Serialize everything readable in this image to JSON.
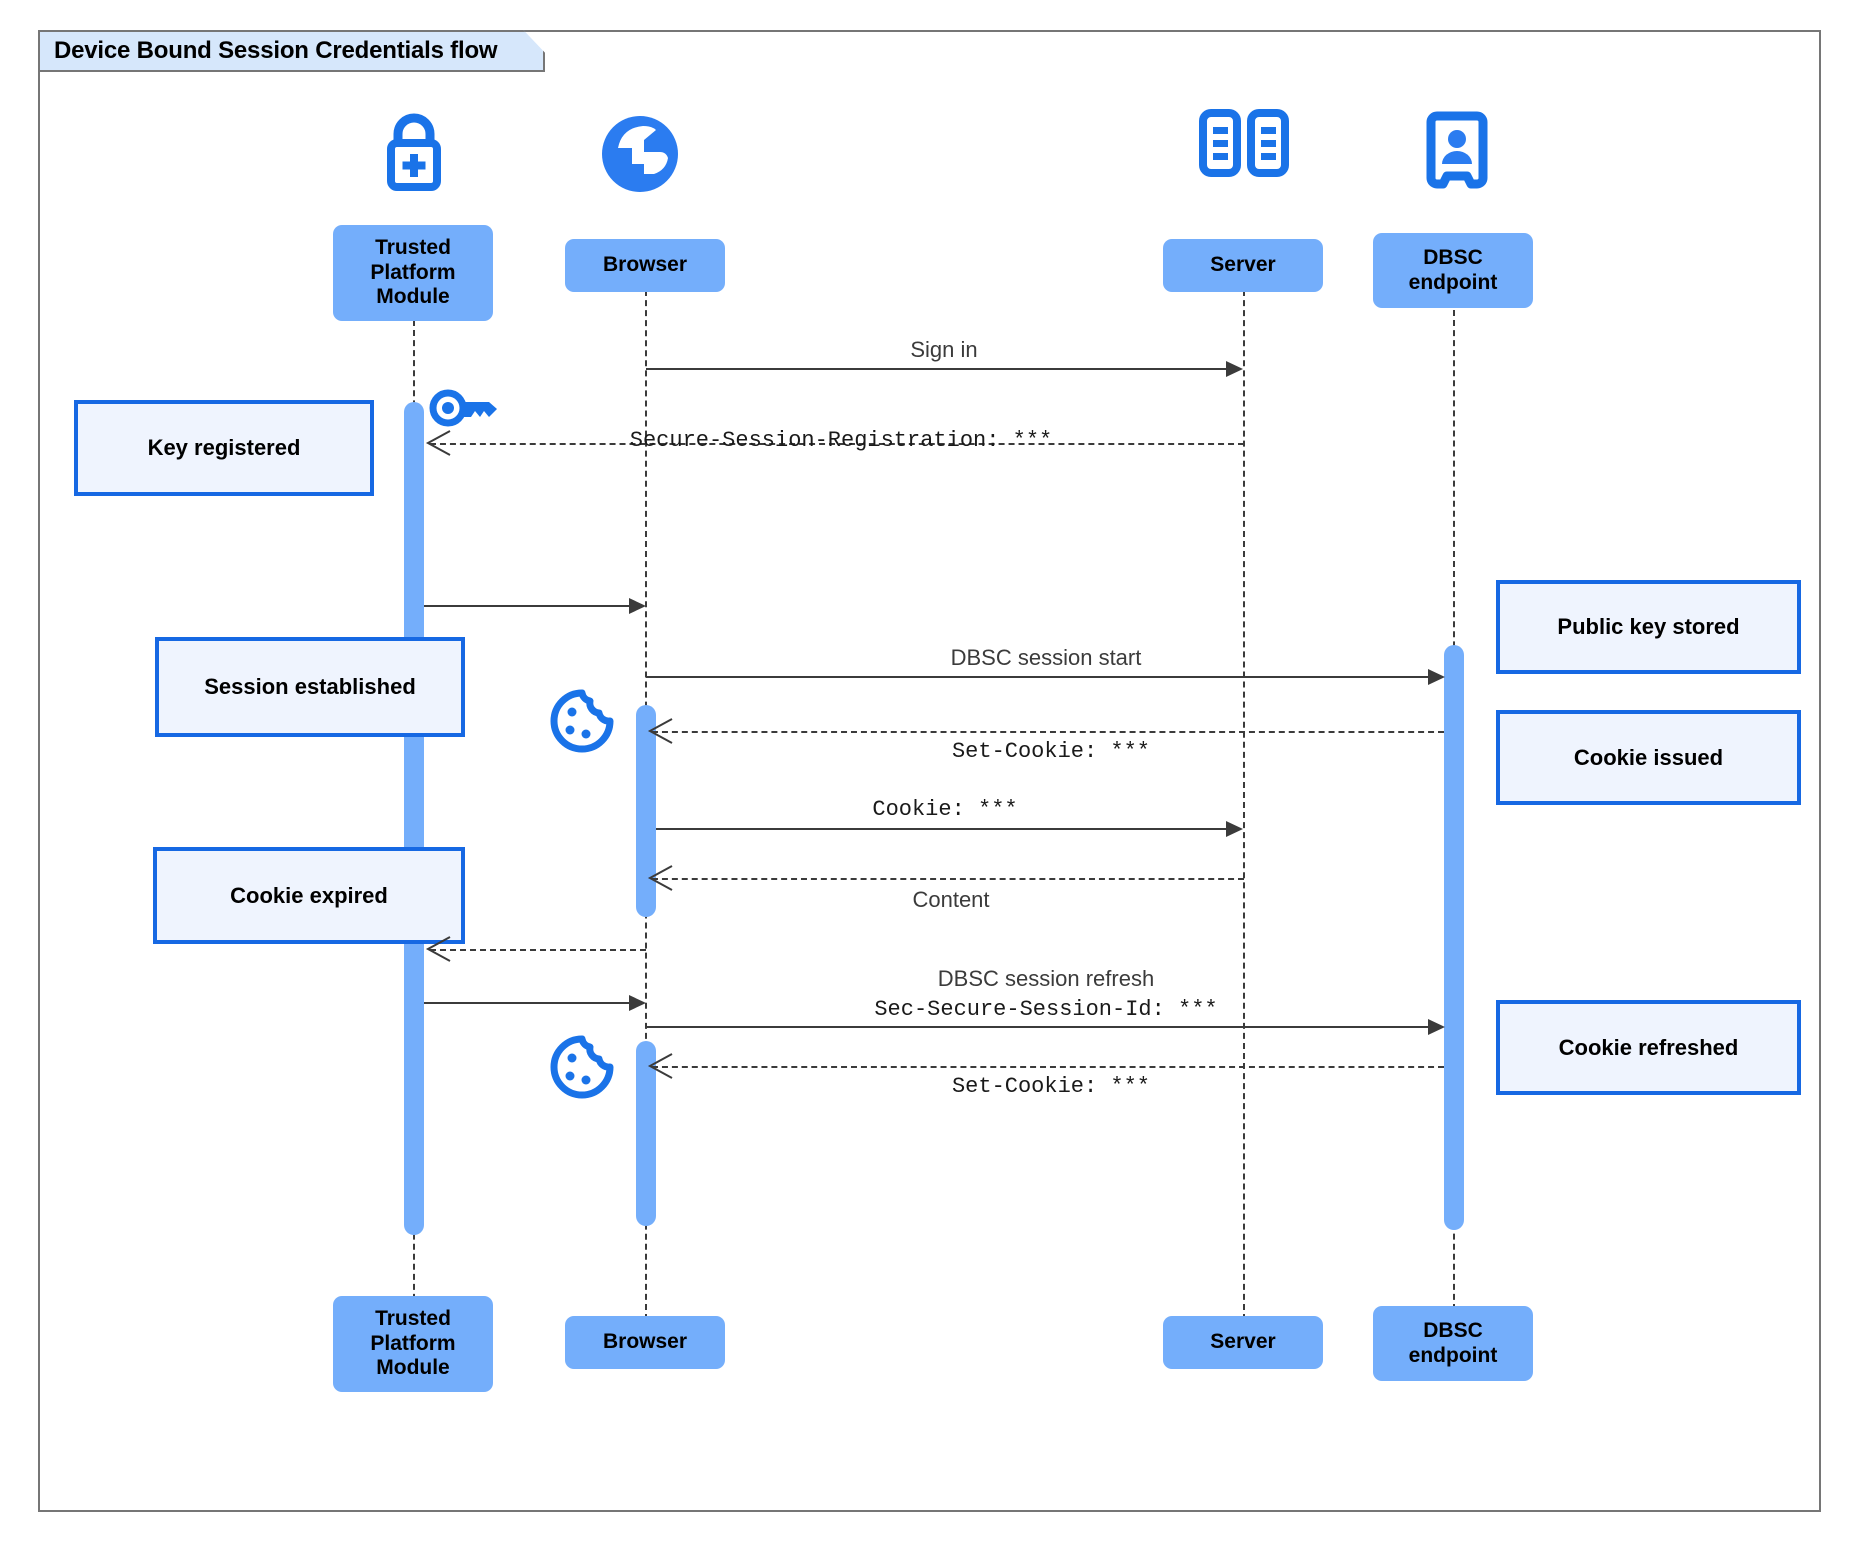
{
  "frame": {
    "title": "Device Bound Session Credentials flow"
  },
  "colors": {
    "participant_fill": "#74aefb",
    "note_fill": "#eff4fe",
    "note_border": "#1668e3",
    "icon_blue": "#1a73e8",
    "lifeline": "#3b3b3b",
    "frame_border": "#767676",
    "tab_fill": "#d6e7fb"
  },
  "participants": [
    {
      "id": "tpm",
      "label": "Trusted Platform Module",
      "icon": "lock-plus-icon"
    },
    {
      "id": "browser",
      "label": "Browser",
      "icon": "globe-icon"
    },
    {
      "id": "server",
      "label": "Server",
      "icon": "server-rack-icon"
    },
    {
      "id": "dbsc",
      "label": "DBSC endpoint",
      "icon": "id-badge-icon"
    }
  ],
  "messages": [
    {
      "id": "m1",
      "from": "browser",
      "to": "server",
      "label": "Sign in",
      "style": "solid",
      "font": "sans"
    },
    {
      "id": "m2",
      "from": "server",
      "to": "tpm",
      "label": "Secure-Session-Registration: ***",
      "style": "dashed",
      "font": "mono"
    },
    {
      "id": "m3",
      "from": "tpm",
      "to": "browser",
      "label": "",
      "style": "solid",
      "font": "sans"
    },
    {
      "id": "m4",
      "from": "browser",
      "to": "dbsc",
      "label": "DBSC session start",
      "style": "solid",
      "font": "sans"
    },
    {
      "id": "m5",
      "from": "dbsc",
      "to": "browser",
      "label": "Set-Cookie: ***",
      "style": "dashed",
      "font": "mono"
    },
    {
      "id": "m6",
      "from": "browser",
      "to": "server",
      "label": "Cookie: ***",
      "style": "solid",
      "font": "mono"
    },
    {
      "id": "m7",
      "from": "server",
      "to": "browser",
      "label": "Content",
      "style": "dashed",
      "font": "sans"
    },
    {
      "id": "m8",
      "from": "browser",
      "to": "tpm",
      "label": "",
      "style": "dashed",
      "font": "sans"
    },
    {
      "id": "m9",
      "from": "tpm",
      "to": "browser",
      "label": "",
      "style": "solid",
      "font": "sans"
    },
    {
      "id": "m10",
      "from": "browser",
      "to": "dbsc",
      "label": "DBSC session refresh",
      "label2": "Sec-Secure-Session-Id: ***",
      "style": "solid",
      "font": "sans"
    },
    {
      "id": "m11",
      "from": "dbsc",
      "to": "browser",
      "label": "Set-Cookie: ***",
      "style": "dashed",
      "font": "mono"
    }
  ],
  "notes": [
    {
      "id": "n1",
      "text": "Key registered",
      "side": "left"
    },
    {
      "id": "n2",
      "text": "Session established",
      "side": "left"
    },
    {
      "id": "n3",
      "text": "Cookie expired",
      "side": "left"
    },
    {
      "id": "n4",
      "text": "Public key stored",
      "side": "right"
    },
    {
      "id": "n5",
      "text": "Cookie issued",
      "side": "right"
    },
    {
      "id": "n6",
      "text": "Cookie refreshed",
      "side": "right"
    }
  ],
  "inline_icons": [
    {
      "id": "key",
      "name": "key-icon",
      "near": "tpm"
    },
    {
      "id": "cookie1",
      "name": "cookie-icon",
      "near": "browser"
    },
    {
      "id": "cookie2",
      "name": "cookie-icon",
      "near": "browser"
    }
  ]
}
